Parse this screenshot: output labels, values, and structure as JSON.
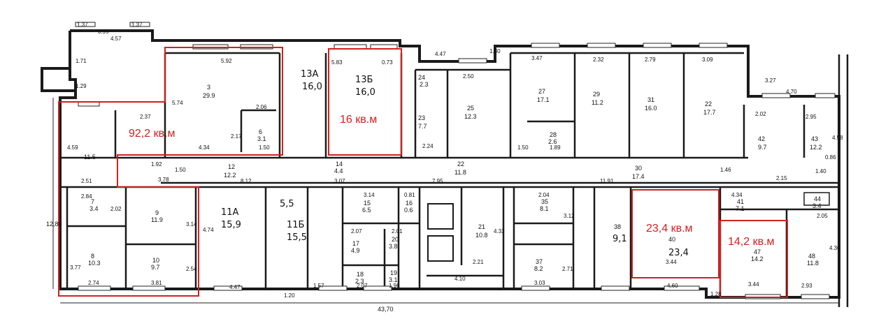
{
  "colors": {
    "highlight": "#d21f1f",
    "wall": "#1a1a1a"
  },
  "overall_length": "43,70",
  "overall_height": "12,80",
  "highlighted_units": [
    {
      "id": "unit-left",
      "label": "92,2 кв.м"
    },
    {
      "id": "unit-13b",
      "label": "16 кв.м"
    },
    {
      "id": "unit-40",
      "label": "23,4 кв.м"
    },
    {
      "id": "unit-47",
      "label": "14,2 кв.м"
    }
  ],
  "handwritten": {
    "h13a_num": "13А",
    "h13a_area": "16,0",
    "h13b_num": "13Б",
    "h13b_area": "16,0",
    "h11a_num": "11А",
    "h11a_area": "15,9",
    "h11b_num": "11Б",
    "h11b_area": "15,5",
    "h55": "5,5",
    "h40_area": "23,4",
    "h38_area": "9,1"
  },
  "rooms": {
    "r3": "3",
    "r3a": "29.9",
    "r6": "6",
    "r6a": "3.1",
    "r24": "24",
    "r24a": "2.3",
    "r23": "23",
    "r23a": "7.7",
    "r25": "25",
    "r25a": "12.3",
    "r27": "27",
    "r27a": "17.1",
    "r29": "29",
    "r29a": "11.2",
    "r28": "28",
    "r28a": "2.6",
    "r31": "31",
    "r31a": "16.0",
    "r32": "22",
    "r32a": "17.7",
    "r42": "42",
    "r42a": "9.7",
    "r43": "43",
    "r43a": "12.2",
    "r12": "12",
    "r12a": "12.2",
    "r14": "14",
    "r14a": "4.4",
    "r22": "22",
    "r22a": "11.8",
    "r30": "30",
    "r30a": "17.4",
    "r7": "7",
    "r7a": "3.4",
    "r9": "9",
    "r9a": "11.9",
    "r8": "8",
    "r8a": "10.3",
    "r10": "10",
    "r10a": "9.7",
    "r15": "15",
    "r15a": "6.5",
    "r16": "16",
    "r16a": "0.6",
    "r17": "17",
    "r17a": "4.9",
    "r20": "20",
    "r20a": "3.8",
    "r18": "18",
    "r18a": "2.3",
    "r19": "19",
    "r19a": "3.1",
    "r21": "21",
    "r21a": "10.8",
    "r35": "35",
    "r35a": "8.1",
    "r37": "37",
    "r37a": "8.2",
    "r38": "38",
    "r40": "40",
    "r41": "41",
    "r41a": "7.1",
    "r44": "44",
    "r44a": "3.4",
    "r47": "47",
    "r47a": "14.2",
    "r48": "48",
    "r48a": "11.8",
    "r11": "11.5"
  },
  "dims": {
    "d137a": "1.37",
    "d137b": "1.37",
    "d457": "4.57",
    "d095": "0.95",
    "d171": "1.71",
    "d129": "1.29",
    "d459": "4.59",
    "d237": "2.37",
    "d592": "5.92",
    "d434": "4.34",
    "d574": "5.74",
    "d217": "2.17",
    "d150a": "1.50",
    "d206": "2.06",
    "d583": "5.83",
    "d073": "0.73",
    "d447a": "4.47",
    "d130": "1.30",
    "d250": "2.50",
    "d347": "3.47",
    "d232": "2.32",
    "d279": "2.79",
    "d309": "3.09",
    "d327": "3.27",
    "d470": "4.70",
    "d202": "2.02",
    "d295": "2.95",
    "d458": "4.58",
    "d086": "0.86",
    "d140": "1.40",
    "d215": "2.15",
    "d146": "1.46",
    "d1191": "11.91",
    "d795": "7.95",
    "d307": "3.07",
    "d812": "8.12",
    "d150b": "1.50",
    "d192": "1.92",
    "d251": "2.51",
    "d284": "2.84",
    "d378": "3.78",
    "d202b": "2.02",
    "d314a": "3.14",
    "d377": "3.77",
    "d274": "2.74",
    "d381": "3.81",
    "d254": "2.54",
    "d474": "4.74",
    "d447b": "4.47",
    "d120": "1.20",
    "d157": "1.57",
    "d314b": "3.14",
    "d081": "0.81",
    "d207a": "2.07",
    "d201": "2.01",
    "d207b": "2.07",
    "d196": "1.96",
    "d221": "2.21",
    "d433": "4.33",
    "d410": "4.10",
    "d204": "2.04",
    "d312": "3.12",
    "d303": "3.03",
    "d271": "2.71",
    "d460": "4,60",
    "d344a": "3.44",
    "d344b": "3.44",
    "d128": "1.28",
    "d293": "2.93",
    "d434b": "4.34",
    "d205": "2.05",
    "d430": "4.30",
    "d224": "2.24",
    "d150c": "1.50",
    "d189": "1.89"
  }
}
